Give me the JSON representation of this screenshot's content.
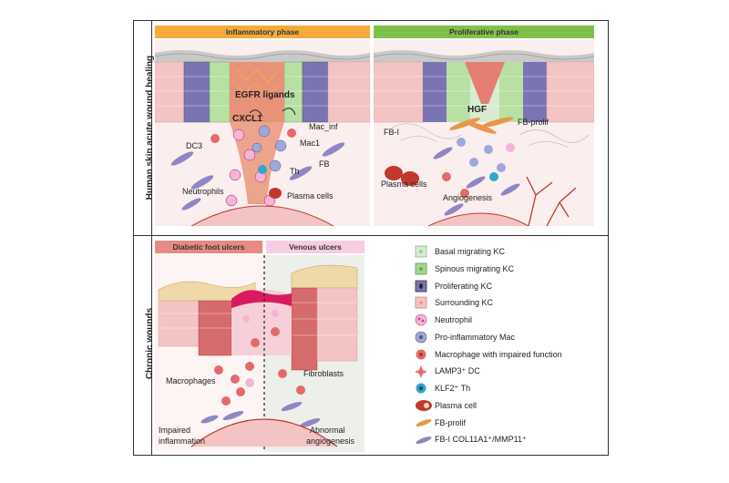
{
  "top": {
    "side_label": "Human skin acute wound healing",
    "inflammatory_phase": "Inflammatory phase",
    "proliferative_phase": "Proliferative phase",
    "left_labels": {
      "egfr": "EGFR ligands",
      "cxcl1": "CXCL1",
      "mac_inf": "Mac_inf",
      "mac1": "Mac1",
      "dc3": "DC3",
      "fb": "FB",
      "th": "Th",
      "neutrophils": "Neutrophils",
      "plasma": "Plasma cells"
    },
    "right_labels": {
      "hgf": "HGF",
      "fb_i": "FB-I",
      "fb_prolif": "FB-prolif",
      "plasma": "Plasma cells",
      "angiogenesis": "Angiogenesis"
    }
  },
  "bottom": {
    "side_label": "Chronic  wounds",
    "diabetic": "Diabetic foot ulcers",
    "venous": "Venous ulcers",
    "macrophages": "Macrophages",
    "fibroblasts": "Fibroblasts",
    "impaired_line1": "Impaired",
    "impaired_line2": "inflammation",
    "abnormal_line1": "Abnormal",
    "abnormal_line2": "angiogenesis"
  },
  "legend": [
    {
      "label": "Basal migrating KC",
      "icon": "basal-kc-icon",
      "color": "#d8ecd0"
    },
    {
      "label": "Spinous migrating KC",
      "icon": "spinous-kc-icon",
      "color": "#a6d58f"
    },
    {
      "label": "Proliferating KC",
      "icon": "proliferating-kc-icon",
      "color": "#7a74b3"
    },
    {
      "label": "Surrounding KC",
      "icon": "surrounding-kc-icon",
      "color": "#f4c4c4"
    },
    {
      "label": "Neutrophil",
      "icon": "neutrophil-icon",
      "color": "#f2b6d6"
    },
    {
      "label": "Pro-inflammatory Mac",
      "icon": "pro-inflammatory-mac-icon",
      "color": "#9fa8dd"
    },
    {
      "label": "Macrophage with impaired function",
      "icon": "impaired-macrophage-icon",
      "color": "#e36b6b"
    },
    {
      "label": "LAMP3⁺ DC",
      "icon": "lamp3-dc-icon",
      "color": "#e36b6b"
    },
    {
      "label": "KLF2⁺ Th",
      "icon": "klf2-th-icon",
      "color": "#33a6cc"
    },
    {
      "label": "Plasma cell",
      "icon": "plasma-cell-icon",
      "color": "#c0392b"
    },
    {
      "label": "FB-prolif",
      "icon": "fb-prolif-icon",
      "color": "#e8964a"
    },
    {
      "label": "FB-I COL11A1⁺/MMP11⁺",
      "icon": "fb-i-icon",
      "color": "#8f86c4"
    }
  ],
  "colors": {
    "inflammatory_bar": "#f5ab3c",
    "proliferative_bar": "#7fbf4a",
    "diabetic_bar": "#e88a84",
    "venous_bar": "#f7cde3",
    "dermis": "#fbeaea",
    "wound": "#e9967a"
  }
}
